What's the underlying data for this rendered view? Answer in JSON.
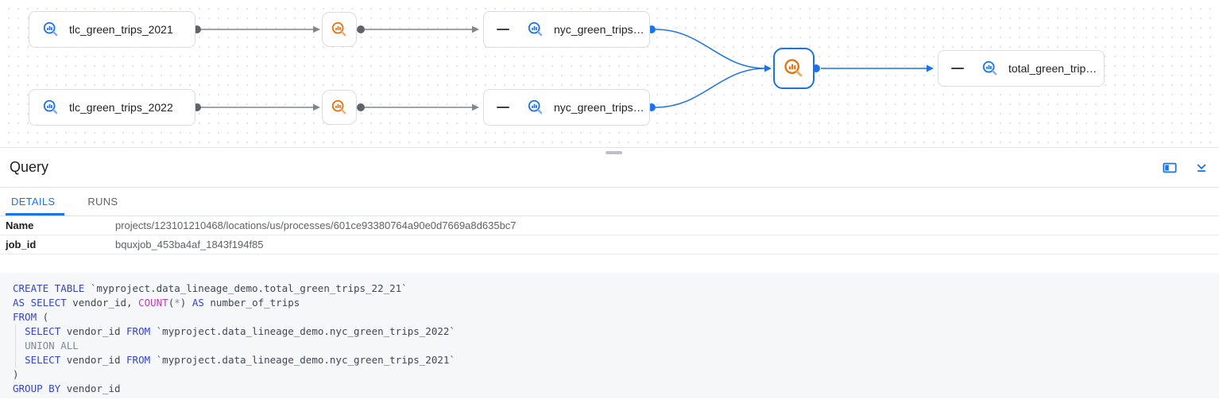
{
  "colors": {
    "accent_blue": "#1a73e8",
    "process_orange": "#e8710a",
    "edge_gray": "#80868b",
    "node_border": "#dadce0",
    "sql_keyword": "#3745c4",
    "sql_function": "#c33ab5",
    "sql_muted": "#7f8b9a",
    "code_background": "#f6f7f8"
  },
  "graph": {
    "nodes": {
      "tlc2021": {
        "label": "tlc_green_trips_2021",
        "type": "bigquery-table"
      },
      "tlc2022": {
        "label": "tlc_green_trips_2022",
        "type": "bigquery-table"
      },
      "nyc2021": {
        "label": "nyc_green_trips…",
        "type": "bigquery-table"
      },
      "nyc2022": {
        "label": "nyc_green_trips…",
        "type": "bigquery-table"
      },
      "total": {
        "label": "total_green_trip…",
        "type": "bigquery-table"
      },
      "process_top": {
        "type": "query-process"
      },
      "process_bottom": {
        "type": "query-process"
      },
      "process_selected": {
        "type": "query-process",
        "selected": true
      }
    }
  },
  "panel": {
    "title": "Query",
    "tabs": [
      {
        "label": "DETAILS",
        "active": true
      },
      {
        "label": "RUNS",
        "active": false
      }
    ],
    "fields": [
      {
        "label": "Name",
        "value": "projects/123101210468/locations/us/processes/601ce93380764a90e0d7669a8d635bc7"
      },
      {
        "label": "job_id",
        "value": "bquxjob_453ba4af_1843f194f85"
      }
    ]
  },
  "sql": {
    "lines": [
      [
        {
          "t": "CREATE TABLE",
          "c": "kw"
        },
        {
          "t": " `myproject.data_lineage_demo.total_green_trips_22_21`",
          "c": "id"
        }
      ],
      [
        {
          "t": "AS SELECT",
          "c": "kw"
        },
        {
          "t": " vendor_id, ",
          "c": "id"
        },
        {
          "t": "COUNT",
          "c": "fn"
        },
        {
          "t": "(",
          "c": "id"
        },
        {
          "t": "*",
          "c": "muted"
        },
        {
          "t": ") ",
          "c": "id"
        },
        {
          "t": "AS",
          "c": "kw"
        },
        {
          "t": " number_of_trips",
          "c": "id"
        }
      ],
      [
        {
          "t": "FROM",
          "c": "kw"
        },
        {
          "t": " (",
          "c": "id"
        }
      ],
      [
        {
          "t": "  ",
          "c": "id"
        },
        {
          "t": "SELECT",
          "c": "kw"
        },
        {
          "t": " vendor_id ",
          "c": "id"
        },
        {
          "t": "FROM",
          "c": "kw"
        },
        {
          "t": " `myproject.data_lineage_demo.nyc_green_trips_2022`",
          "c": "id"
        }
      ],
      [
        {
          "t": "  ",
          "c": "id"
        },
        {
          "t": "UNION ALL",
          "c": "muted"
        }
      ],
      [
        {
          "t": "  ",
          "c": "id"
        },
        {
          "t": "SELECT",
          "c": "kw"
        },
        {
          "t": " vendor_id ",
          "c": "id"
        },
        {
          "t": "FROM",
          "c": "kw"
        },
        {
          "t": " `myproject.data_lineage_demo.nyc_green_trips_2021`",
          "c": "id"
        }
      ],
      [
        {
          "t": ")",
          "c": "id"
        }
      ],
      [
        {
          "t": "GROUP BY",
          "c": "kw"
        },
        {
          "t": " vendor_id",
          "c": "id"
        }
      ]
    ]
  }
}
